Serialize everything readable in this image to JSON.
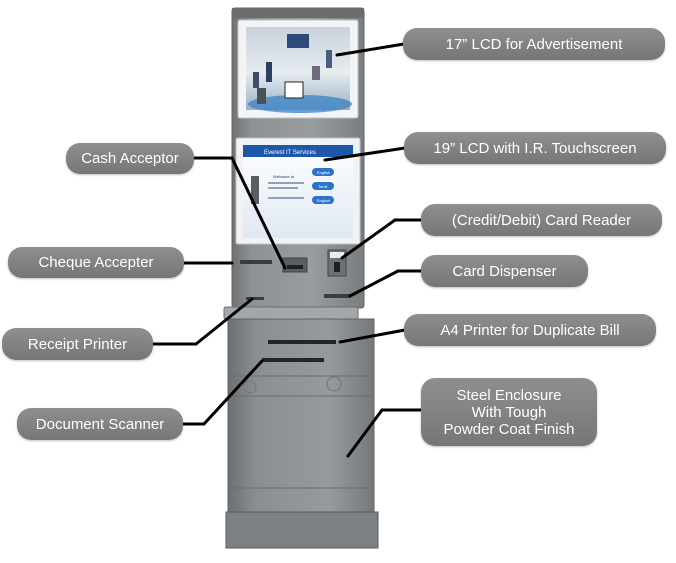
{
  "labels": {
    "lcd_advertisement": "17” LCD for Advertisement",
    "lcd_touchscreen": "19” LCD with I.R. Touchscreen",
    "cash_acceptor": "Cash Acceptor",
    "card_reader": "(Credit/Debit) Card Reader",
    "cheque_accepter": "Cheque Accepter",
    "card_dispenser": "Card Dispenser",
    "receipt_printer": "Receipt Printer",
    "a4_printer": "A4 Printer for Duplicate Bill",
    "document_scanner": "Document Scanner",
    "steel_enclosure": [
      "Steel Enclosure",
      "With Tough",
      "Powder Coat Finish"
    ]
  },
  "screen": {
    "header": "Everest IT Services",
    "welcome": "Welcome to",
    "buttons": [
      "English",
      "Tamil",
      "English"
    ]
  },
  "colors": {
    "label_bg": "#7f7f7f",
    "label_text": "#ffffff",
    "kiosk_body": "#8a8d8f",
    "touchscreen_header": "#1d57a8",
    "touchscreen_button": "#2c74c9"
  }
}
